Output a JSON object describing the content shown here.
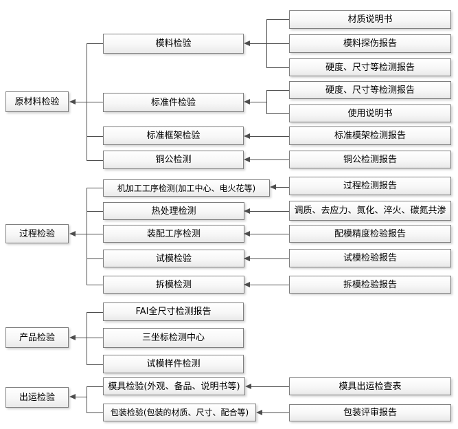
{
  "left_nodes": [
    {
      "label": "原材料检验"
    },
    {
      "label": "过程检验"
    },
    {
      "label": "产品检验"
    },
    {
      "label": "出运检验"
    }
  ],
  "mid_nodes": [
    {
      "label": "模料检验"
    },
    {
      "label": "标准件检验"
    },
    {
      "label": "标准框架检验"
    },
    {
      "label": "铜公检测"
    },
    {
      "label": "机加工工序检测(加工中心、电火花等)"
    },
    {
      "label": "热处理检测"
    },
    {
      "label": "装配工序检测"
    },
    {
      "label": "试模检验"
    },
    {
      "label": "拆模检测"
    },
    {
      "label": "FAI全尺寸检测报告"
    },
    {
      "label": "三坐标检测中心"
    },
    {
      "label": "试模样件检测"
    },
    {
      "label": "模具检验(外观、备品、说明书等)"
    },
    {
      "label": "包装检验(包装的材质、尺寸、配合等)"
    }
  ],
  "right_nodes": [
    {
      "label": "材质说明书"
    },
    {
      "label": "模料探伤报告"
    },
    {
      "label": "硬度、尺寸等检测报告"
    },
    {
      "label": "硬度、尺寸等检测报告"
    },
    {
      "label": "使用说明书"
    },
    {
      "label": "标准模架检测报告"
    },
    {
      "label": "铜公检测报告"
    },
    {
      "label": "过程检测报告"
    },
    {
      "label": "调质、去应力、氮化、淬火、碳氮共渗"
    },
    {
      "label": "配模精度检验报告"
    },
    {
      "label": "试模检验报告"
    },
    {
      "label": "拆模检验报告"
    },
    {
      "label": "模具出运检查表"
    },
    {
      "label": "包装评审报告"
    }
  ],
  "edges": [
    {
      "from": "right:材质说明书,模料探伤报告,硬度、尺寸等检测报告",
      "to": "模料检验"
    },
    {
      "from": "right:硬度、尺寸等检测报告,使用说明书",
      "to": "标准件检验"
    },
    {
      "from": "right:标准模架检测报告",
      "to": "标准框架检验"
    },
    {
      "from": "right:铜公检测报告",
      "to": "铜公检测"
    },
    {
      "from": "right:过程检测报告",
      "to": "机加工工序检测(加工中心、电火花等)"
    },
    {
      "from": "right:调质、去应力、氮化、淬火、碳氮共渗",
      "to": "热处理检测"
    },
    {
      "from": "right:配模精度检验报告",
      "to": "装配工序检测"
    },
    {
      "from": "right:试模检验报告",
      "to": "试模检验"
    },
    {
      "from": "right:拆模检验报告",
      "to": "拆模检测"
    },
    {
      "from": "right:模具出运检查表",
      "to": "模具检验(外观、备品、说明书等)"
    },
    {
      "from": "right:包装评审报告",
      "to": "包装检验(包装的材质、尺寸、配合等)"
    },
    {
      "from": "mid:模料检验,标准件检验,标准框架检验,铜公检测",
      "to": "原材料检验"
    },
    {
      "from": "mid:机加工工序检测,热处理检测,装配工序检测,试模检验,拆模检测",
      "to": "过程检验"
    },
    {
      "from": "mid:FAI全尺寸检测报告,三坐标检测中心,试模样件检测",
      "to": "产品检验"
    },
    {
      "from": "mid:模具检验,包装检验",
      "to": "出运检验"
    }
  ],
  "colors": {
    "background": "#ffffff",
    "box_border": "#7e7e7e",
    "box_fill_top": "#ffffff",
    "box_fill_bottom": "#e9e9e9",
    "connector_line": "#4d4d4d",
    "text": "#000000"
  }
}
